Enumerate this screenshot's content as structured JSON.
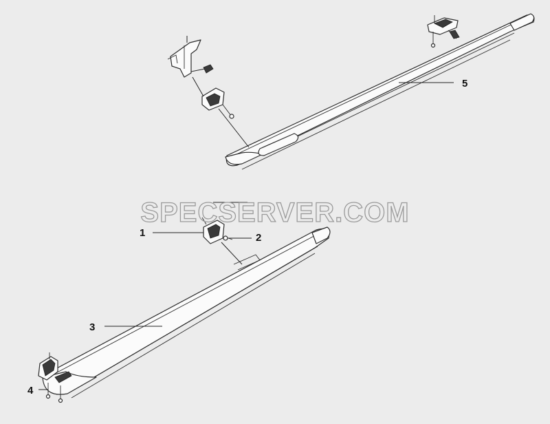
{
  "diagram": {
    "watermark": "SPECSERVER.COM",
    "callouts": [
      {
        "id": "1",
        "label": "1"
      },
      {
        "id": "2",
        "label": "2"
      },
      {
        "id": "3",
        "label": "3"
      },
      {
        "id": "4",
        "label": "4"
      },
      {
        "id": "5",
        "label": "5"
      }
    ]
  }
}
